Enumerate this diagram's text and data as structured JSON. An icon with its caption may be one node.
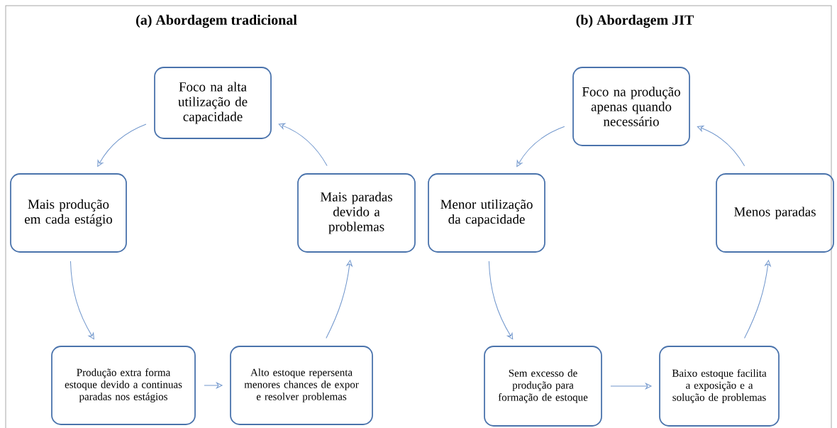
{
  "diagram": {
    "nodes": [
      {
        "text": [
          "Foco na alta utilização de capacidade"
        ]
      },
      {
        "text": [
          "Mais produção em cada estágio"
        ]
      },
      {
        "text": [
          "Mais paradas devido a problemas"
        ]
      },
      {
        "text": [
          "Produção extra forma estoque devido a continuas paradas nos estágios"
        ]
      },
      {
        "text": [
          "Alto estoque repersenta menores chances de expor e resolver problemas"
        ]
      },
      {
        "text": [
          "Foco na produção apenas quando necessário"
        ]
      },
      {
        "text": [
          "Menor utilização da capacidade"
        ]
      },
      {
        "text": [
          "Menos paradas"
        ]
      },
      {
        "text": [
          "Sem excesso de produção para formação de estoque"
        ]
      },
      {
        "text": [
          "Baixo estoque facilita a exposição e a solução de problemas"
        ]
      }
    ],
    "edges": [
      {
        "from": 0,
        "to": 1,
        "arrow": "to"
      },
      {
        "from": 1,
        "to": 3,
        "arrow": "to"
      },
      {
        "from": 3,
        "to": 4,
        "arrow": "to"
      },
      {
        "from": 4,
        "to": 2,
        "arrow": "to"
      },
      {
        "from": 2,
        "to": 0,
        "arrow": "to"
      },
      {
        "from": 5,
        "to": 6,
        "arrow": "to"
      },
      {
        "from": 6,
        "to": 8,
        "arrow": "to"
      },
      {
        "from": 8,
        "to": 9,
        "arrow": "to"
      },
      {
        "from": 9,
        "to": 7,
        "arrow": "to"
      },
      {
        "from": 7,
        "to": 5,
        "arrow": "to"
      }
    ],
    "labels": [
      "(a) Abordagem tradicional",
      "(b) Abordagem JIT"
    ]
  }
}
